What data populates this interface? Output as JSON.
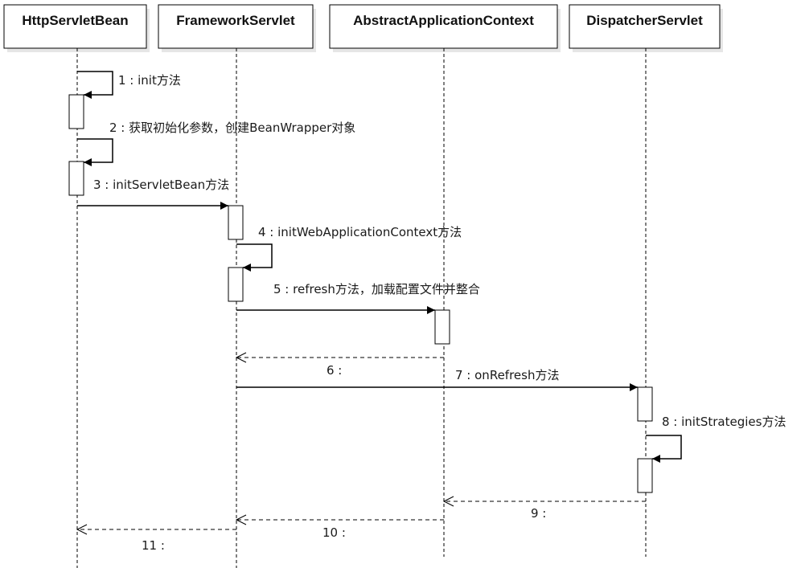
{
  "participants": [
    {
      "id": "httpservletbean",
      "label": "HttpServletBean"
    },
    {
      "id": "frameworkservlet",
      "label": "FrameworkServlet"
    },
    {
      "id": "abstractapplicationcontext",
      "label": "AbstractApplicationContext"
    },
    {
      "id": "dispatcherservlet",
      "label": "DispatcherServlet"
    }
  ],
  "messages": [
    {
      "label": "1 : init方法",
      "from": "httpservletbean",
      "to": "httpservletbean",
      "kind": "self-call"
    },
    {
      "label": "2 : 获取初始化参数，创建BeanWrapper对象",
      "from": "httpservletbean",
      "to": "httpservletbean",
      "kind": "self-call"
    },
    {
      "label": "3 : initServletBean方法",
      "from": "httpservletbean",
      "to": "frameworkservlet",
      "kind": "call"
    },
    {
      "label": "4 : initWebApplicationContext方法",
      "from": "frameworkservlet",
      "to": "frameworkservlet",
      "kind": "self-call"
    },
    {
      "label": "5 : refresh方法，加载配置文件并整合",
      "from": "frameworkservlet",
      "to": "abstractapplicationcontext",
      "kind": "call"
    },
    {
      "label": "6 :",
      "from": "abstractapplicationcontext",
      "to": "frameworkservlet",
      "kind": "return"
    },
    {
      "label": "7 : onRefresh方法",
      "from": "frameworkservlet",
      "to": "dispatcherservlet",
      "kind": "call"
    },
    {
      "label": "8 : initStrategies方法",
      "from": "dispatcherservlet",
      "to": "dispatcherservlet",
      "kind": "self-call"
    },
    {
      "label": "9 :",
      "from": "dispatcherservlet",
      "to": "abstractapplicationcontext",
      "kind": "return"
    },
    {
      "label": "10 :",
      "from": "abstractapplicationcontext",
      "to": "frameworkservlet",
      "kind": "return"
    },
    {
      "label": "11 :",
      "from": "frameworkservlet",
      "to": "httpservletbean",
      "kind": "return"
    }
  ],
  "colors": {
    "line": "#000000",
    "box_fill": "#ffffff",
    "shadow": "#e6e6e6",
    "text": "#111111"
  }
}
